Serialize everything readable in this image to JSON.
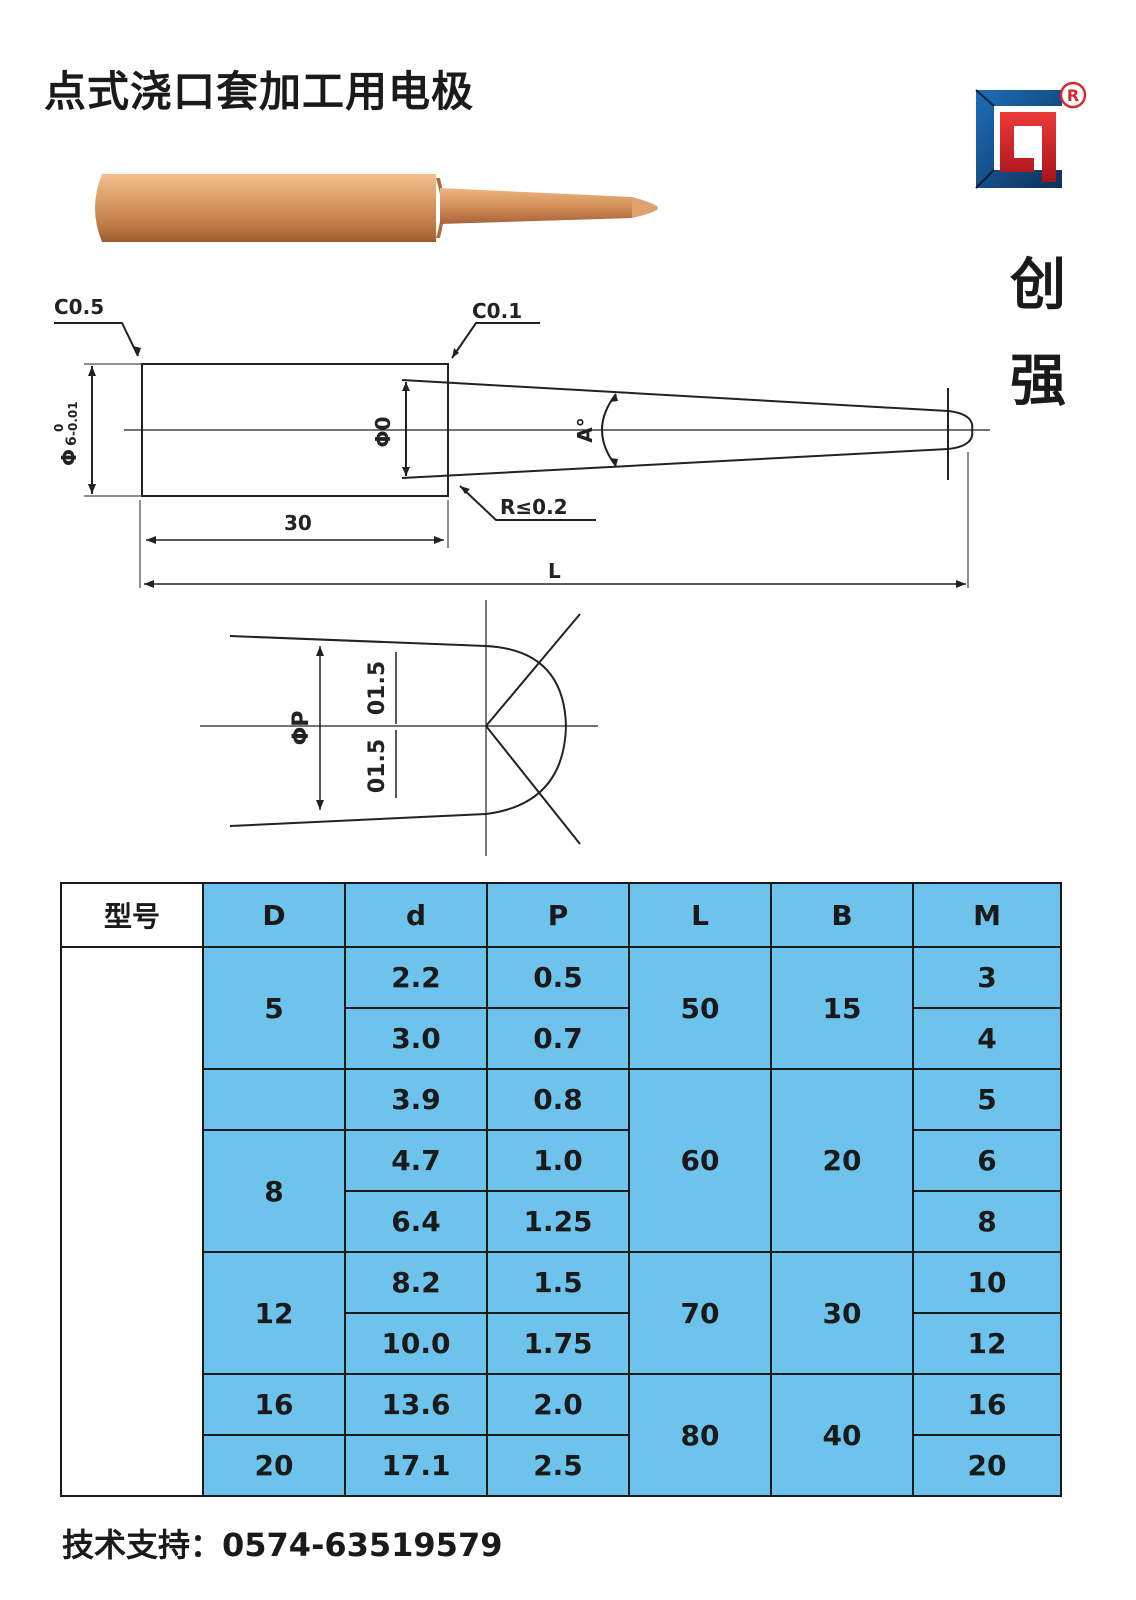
{
  "title": "点式浇口套加工用电极",
  "brand": {
    "registered_mark": "®",
    "name_chars": [
      "创",
      "强"
    ]
  },
  "drawing": {
    "labels": {
      "chamfer_left": "C0.5",
      "chamfer_right": "C0.1",
      "diameter_base": "Φ",
      "diameter_nominal": "6",
      "tol_upper": "0",
      "tol_lower": "-0.01",
      "tip_diameter": "Φ0",
      "angle": "A°",
      "radius": "R≤0.2",
      "shank_length": "30",
      "total_length": "L"
    }
  },
  "detail": {
    "labels": {
      "phi_p": "ΦP",
      "upper_half": "01.5",
      "lower_half": "01.5"
    }
  },
  "table": {
    "headers": [
      "型号",
      "D",
      "d",
      "P",
      "L",
      "B",
      "M"
    ],
    "rows": [
      {
        "D": "5",
        "d": "2.2",
        "P": "0.5",
        "L": "50",
        "B": "15",
        "M": "3"
      },
      {
        "D": "5",
        "d": "3.0",
        "P": "0.7",
        "L": "50",
        "B": "15",
        "M": "4"
      },
      {
        "D": "",
        "d": "3.9",
        "P": "0.8",
        "L": "60",
        "B": "20",
        "M": "5"
      },
      {
        "D": "8",
        "d": "4.7",
        "P": "1.0",
        "L": "60",
        "B": "20",
        "M": "6"
      },
      {
        "D": "8",
        "d": "6.4",
        "P": "1.25",
        "L": "60",
        "B": "20",
        "M": "8"
      },
      {
        "D": "12",
        "d": "8.2",
        "P": "1.5",
        "L": "70",
        "B": "30",
        "M": "10"
      },
      {
        "D": "12",
        "d": "10.0",
        "P": "1.75",
        "L": "70",
        "B": "30",
        "M": "12"
      },
      {
        "D": "16",
        "d": "13.6",
        "P": "2.0",
        "L": "80",
        "B": "40",
        "M": "16"
      },
      {
        "D": "20",
        "d": "17.1",
        "P": "2.5",
        "L": "80",
        "B": "40",
        "M": "20"
      }
    ]
  },
  "footer": {
    "support": "技术支持：0574-63519579"
  },
  "colors": {
    "table_fill": "#6dc3ec",
    "copper": "#d9925a",
    "logo_red": "#d8262b",
    "logo_blue": "#1d6fb8"
  }
}
